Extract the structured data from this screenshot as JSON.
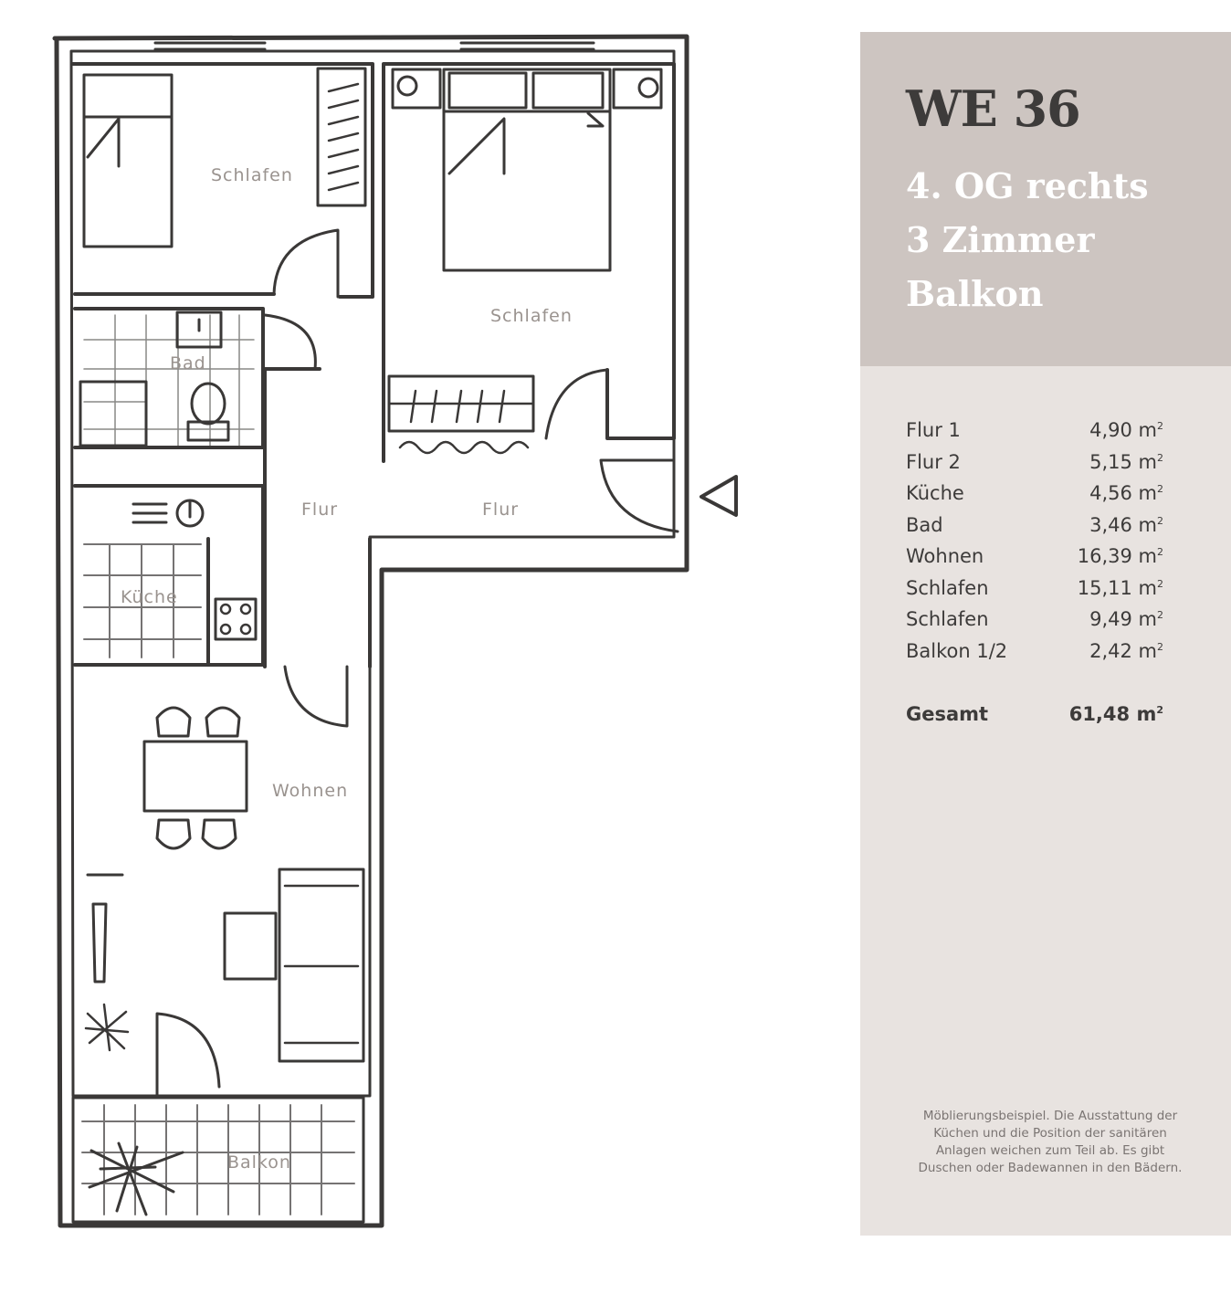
{
  "unit": {
    "title": "WE 36",
    "floor": "4. OG rechts",
    "rooms": "3 Zimmer",
    "feature": "Balkon"
  },
  "plan_labels": {
    "schlafen_small": "Schlafen",
    "schlafen_large": "Schlafen",
    "bad": "Bad",
    "flur_1": "Flur",
    "flur_2": "Flur",
    "kueche": "Küche",
    "wohnen": "Wohnen",
    "balkon": "Balkon"
  },
  "areas": [
    {
      "name": "Flur 1",
      "value": "4,90",
      "unit": "m",
      "exp": "2"
    },
    {
      "name": "Flur 2",
      "value": "5,15",
      "unit": "m",
      "exp": "2"
    },
    {
      "name": "Küche",
      "value": "4,56",
      "unit": "m",
      "exp": "2"
    },
    {
      "name": "Bad",
      "value": "3,46",
      "unit": "m",
      "exp": "2"
    },
    {
      "name": "Wohnen",
      "value": "16,39",
      "unit": "m",
      "exp": "2"
    },
    {
      "name": "Schlafen",
      "value": "15,11",
      "unit": "m",
      "exp": "2"
    },
    {
      "name": "Schlafen",
      "value": "9,49",
      "unit": "m",
      "exp": "2"
    },
    {
      "name": "Balkon 1/2",
      "value": "2,42",
      "unit": "m",
      "exp": "2"
    }
  ],
  "total": {
    "name": "Gesamt",
    "value": "61,48",
    "unit": "m",
    "exp": "2"
  },
  "note": "Möblierungsbeispiel. Die Ausstattung der Küchen und die Position der sanitären Anlagen weichen zum Teil ab. Es gibt Duschen oder Badewannen in den Bädern.",
  "icons": [
    "entrance-arrow-icon"
  ],
  "colors": {
    "panel_top": "#cdc5c1",
    "panel_bottom": "#e8e3e0",
    "walls": "#3d3b3a",
    "labels": "#9a938f"
  }
}
